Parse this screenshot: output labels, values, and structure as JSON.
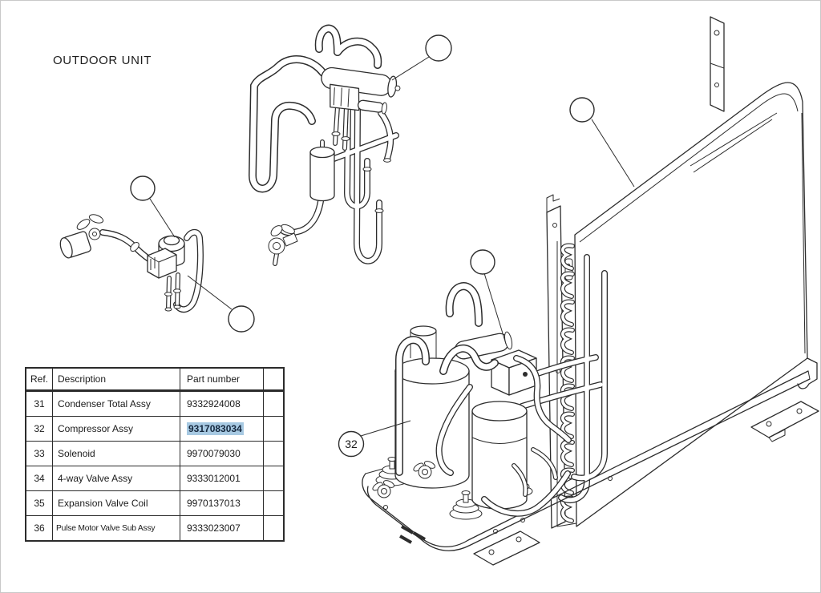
{
  "title": "OUTDOOR UNIT",
  "colors": {
    "line": "#2d2d2d",
    "highlight_bg": "#a7c9e2",
    "background": "#ffffff"
  },
  "callouts": {
    "labeled": "32",
    "unlabeled_count": 5
  },
  "table": {
    "headers": {
      "ref": "Ref.",
      "description": "Description",
      "part": "Part number"
    },
    "rows": [
      {
        "ref": "31",
        "description": "Condenser Total Assy",
        "part": "9332924008"
      },
      {
        "ref": "32",
        "description": "Compressor Assy",
        "part": "9317083034"
      },
      {
        "ref": "33",
        "description": "Solenoid",
        "part": "9970079030"
      },
      {
        "ref": "34",
        "description": "4-way Valve Assy",
        "part": "9333012001"
      },
      {
        "ref": "35",
        "description": "Expansion Valve Coil",
        "part": "9970137013"
      },
      {
        "ref": "36",
        "description": "Pulse Motor Valve Sub Assy",
        "part": "9333023007"
      }
    ],
    "highlighted_part": "9317083034"
  }
}
